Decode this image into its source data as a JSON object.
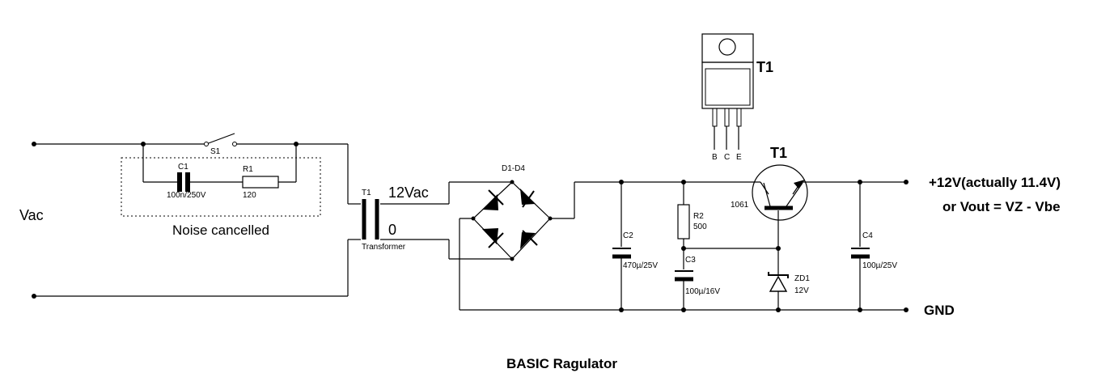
{
  "title": "BASIC Ragulator",
  "labels": {
    "vac": "Vac",
    "s1": "S1",
    "c1": "C1",
    "c1_value": "100n/250V",
    "r1": "R1",
    "r1_value": "120",
    "noise": "Noise cancelled",
    "t1_transformer": "T1",
    "transformer": "Transformer",
    "secondary": "12Vac",
    "zero": "0",
    "d1d4": "D1-D4",
    "c2": "C2",
    "c2_value": "470µ/25V",
    "r2": "R2",
    "r2_value": "500",
    "c3": "C3",
    "c3_value": "100µ/16V",
    "t1_top": "T1",
    "pin_b": "B",
    "pin_c": "C",
    "pin_e": "E",
    "t1_transistor": "T1",
    "t1_part": "1061",
    "zd1": "ZD1",
    "zd1_value": "12V",
    "c4": "C4",
    "c4_value": "100µ/25V",
    "vout1": "+12V(actually 11.4V)",
    "vout2": "or Vout = VZ - Vbe",
    "gnd": "GND"
  }
}
